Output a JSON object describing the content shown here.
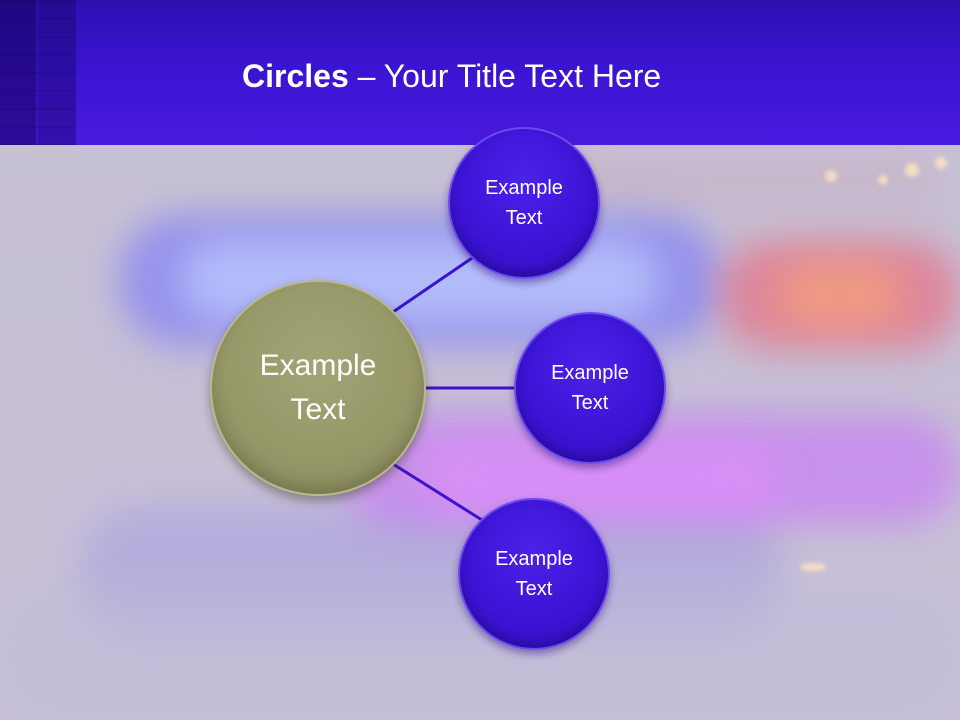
{
  "slide": {
    "title_bold": "Circles",
    "title_rest": " – Your Title Text Here"
  },
  "diagram": {
    "center": {
      "label": "Example\nText",
      "color": "#989a6a"
    },
    "satellites": [
      {
        "label": "Example\nText",
        "color": "#3c14d6"
      },
      {
        "label": "Example\nText",
        "color": "#3c14d6"
      },
      {
        "label": "Example\nText",
        "color": "#3c14d6"
      }
    ],
    "connector_color": "#3a14c8"
  },
  "colors": {
    "header": "#3a14d0",
    "background": "#c9c4d6"
  }
}
